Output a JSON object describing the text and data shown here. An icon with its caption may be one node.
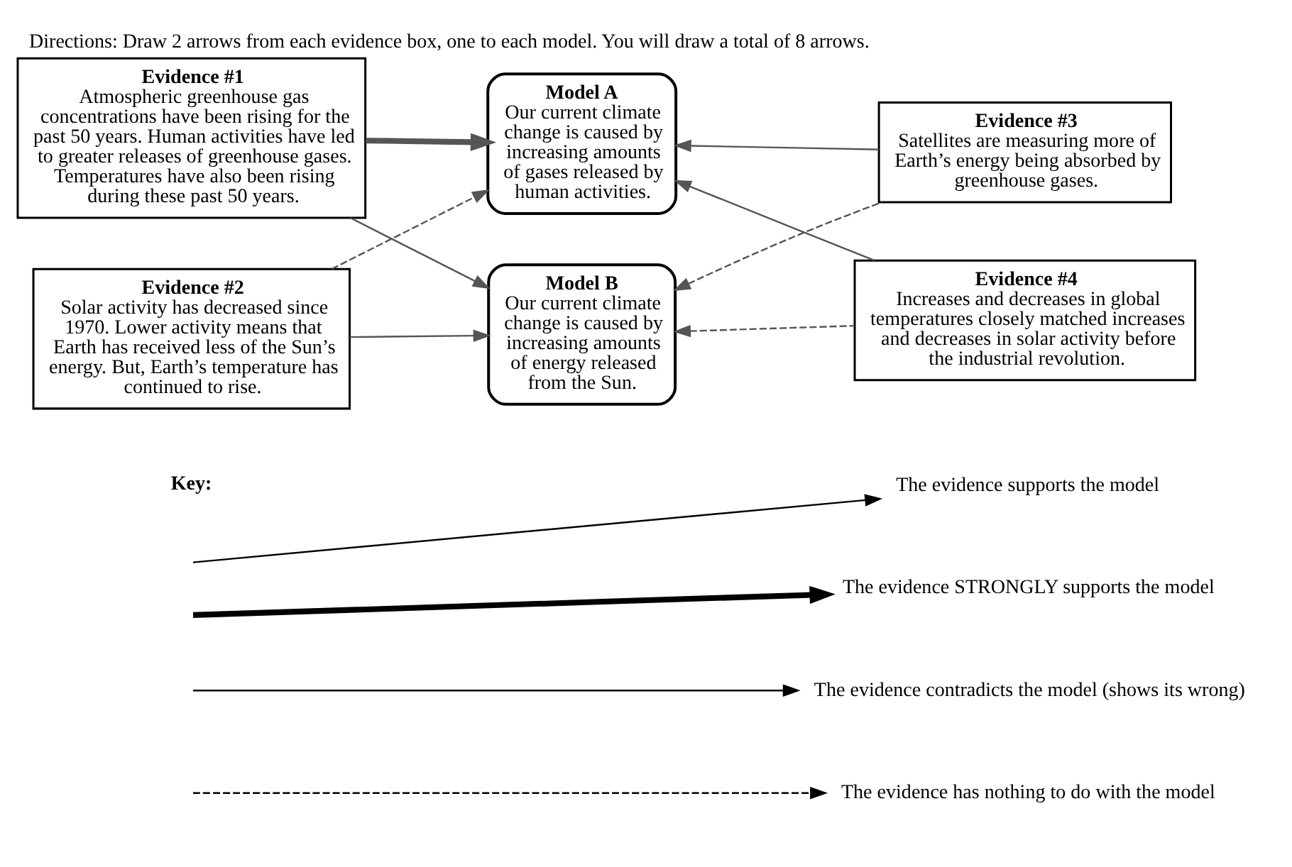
{
  "diagram": {
    "title": "Directions: Draw 2 arrows from each evidence box, one to each model. You will draw a total of 8 arrows.",
    "nodes": [
      {
        "text": [
          "Evidence #1",
          "Atmospheric greenhouse gas concentrations have been rising for the past 50 years. Human activities have led to greater releases of greenhouse gases. Temperatures have also been rising during these past 50 years."
        ]
      },
      {
        "text": [
          "Model A",
          "Our current climate change is caused by increasing amounts of gases released by human activities."
        ]
      },
      {
        "text": [
          "Evidence #3",
          "Satellites are measuring more of Earth’s energy being absorbed by greenhouse gases."
        ]
      },
      {
        "text": [
          "Evidence #2",
          "Solar activity has decreased since 1970. Lower activity means that Earth has received less of the Sun’s energy. But, Earth’s temperature has continued to rise."
        ]
      },
      {
        "text": [
          "Model B",
          "Our current climate change is caused by increasing amounts of energy released from the Sun."
        ]
      },
      {
        "text": [
          "Evidence #4",
          "Increases and decreases in global temperatures closely matched increases and decreases in solar activity before the industrial revolution."
        ]
      }
    ],
    "edges": [
      {
        "from": 0,
        "to": 1,
        "arrow": "to",
        "style": "thick"
      },
      {
        "from": 0,
        "to": 4,
        "arrow": "to"
      },
      {
        "from": 3,
        "to": 1,
        "arrow": "to",
        "style": "dashed"
      },
      {
        "from": 3,
        "to": 4,
        "arrow": "to"
      },
      {
        "from": 2,
        "to": 1,
        "arrow": "to"
      },
      {
        "from": 2,
        "to": 4,
        "arrow": "to",
        "style": "dashed"
      },
      {
        "from": 5,
        "to": 1,
        "arrow": "to"
      },
      {
        "from": 5,
        "to": 4,
        "arrow": "to",
        "style": "dashed"
      }
    ],
    "labels": [
      "Key:"
    ],
    "legend": [
      {
        "text": "The evidence supports the model"
      },
      {
        "text": "The evidence STRONGLY supports the model"
      },
      {
        "text": "The evidence contradicts the model (shows its wrong)"
      },
      {
        "text": "The evidence has nothing to do with the model"
      }
    ]
  }
}
